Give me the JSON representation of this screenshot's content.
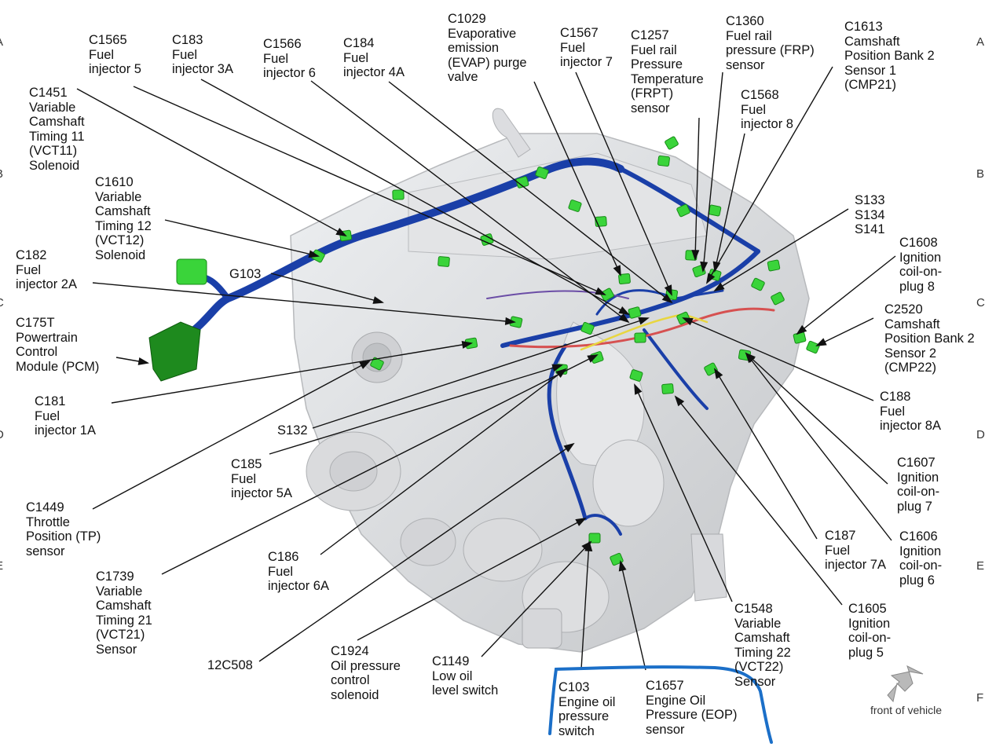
{
  "labels": [
    {
      "id": "c1565",
      "text": "C1565\nFuel\ninjector 5"
    },
    {
      "id": "c183",
      "text": "C183\nFuel\ninjector 3A"
    },
    {
      "id": "c1566",
      "text": "C1566\nFuel\ninjector 6"
    },
    {
      "id": "c184",
      "text": "C184\nFuel\ninjector 4A"
    },
    {
      "id": "c1029",
      "text": "C1029\nEvaporative\nemission\n(EVAP) purge\nvalve"
    },
    {
      "id": "c1567",
      "text": "C1567\nFuel\ninjector 7"
    },
    {
      "id": "c1257",
      "text": "C1257\nFuel rail\nPressure\nTemperature\n(FRPT)\nsensor"
    },
    {
      "id": "c1360",
      "text": "C1360\nFuel rail\npressure (FRP)\nsensor"
    },
    {
      "id": "c1613",
      "text": "C1613\nCamshaft\nPosition Bank 2\nSensor 1\n(CMP21)"
    },
    {
      "id": "c1568",
      "text": "C1568\nFuel\ninjector 8"
    },
    {
      "id": "c1451",
      "text": "C1451\nVariable\nCamshaft\nTiming 11\n(VCT11)\nSolenoid"
    },
    {
      "id": "c1610",
      "text": "C1610\nVariable\nCamshaft\nTiming 12\n(VCT12)\nSolenoid"
    },
    {
      "id": "c182",
      "text": "C182\nFuel\ninjector 2A"
    },
    {
      "id": "g103",
      "text": "G103"
    },
    {
      "id": "c175t",
      "text": "C175T\nPowertrain\nControl\nModule (PCM)"
    },
    {
      "id": "c181",
      "text": "C181\nFuel\ninjector 1A"
    },
    {
      "id": "s132",
      "text": "S132"
    },
    {
      "id": "c185",
      "text": "C185\nFuel\ninjector 5A"
    },
    {
      "id": "c1449",
      "text": "C1449\nThrottle\nPosition (TP)\nsensor"
    },
    {
      "id": "c186",
      "text": "C186\nFuel\ninjector 6A"
    },
    {
      "id": "c1739",
      "text": "C1739\nVariable\nCamshaft\nTiming 21\n(VCT21)\nSensor"
    },
    {
      "id": "c12c508",
      "text": "12C508"
    },
    {
      "id": "c1924",
      "text": "C1924\nOil pressure\ncontrol\nsolenoid"
    },
    {
      "id": "c1149",
      "text": "C1149\nLow oil\nlevel switch"
    },
    {
      "id": "c103",
      "text": "C103\nEngine oil\npressure\nswitch"
    },
    {
      "id": "c1657",
      "text": "C1657\nEngine Oil\nPressure (EOP)\nsensor"
    },
    {
      "id": "c1548",
      "text": "C1548\nVariable\nCamshaft\nTiming 22\n(VCT22)\nSensor"
    },
    {
      "id": "c1605",
      "text": "C1605\nIgnition\ncoil-on-\nplug 5"
    },
    {
      "id": "c187",
      "text": "C187\nFuel\ninjector 7A"
    },
    {
      "id": "c1606",
      "text": "C1606\nIgnition\ncoil-on-\nplug 6"
    },
    {
      "id": "c1607",
      "text": "C1607\nIgnition\ncoil-on-\nplug 7"
    },
    {
      "id": "c188",
      "text": "C188\nFuel\ninjector 8A"
    },
    {
      "id": "c2520",
      "text": "C2520\nCamshaft\nPosition Bank 2\nSensor 2\n(CMP22)"
    },
    {
      "id": "c1608",
      "text": "C1608\nIgnition\ncoil-on-\nplug 8"
    },
    {
      "id": "s133",
      "text": "S133\nS134\nS141"
    }
  ],
  "edge_letters": {
    "left": [
      "A",
      "B",
      "C",
      "D",
      "E"
    ],
    "right": [
      "A",
      "B",
      "C",
      "D",
      "E",
      "F"
    ]
  },
  "front_of_vehicle": "front of vehicle",
  "colors": {
    "harness_blue": "#1a3fa8",
    "connector_green": "#3ad43a",
    "pcm_green": "#1e8a1e",
    "engine_gray": "#d9dadc",
    "highlight_blue": "#1b6fc8"
  }
}
